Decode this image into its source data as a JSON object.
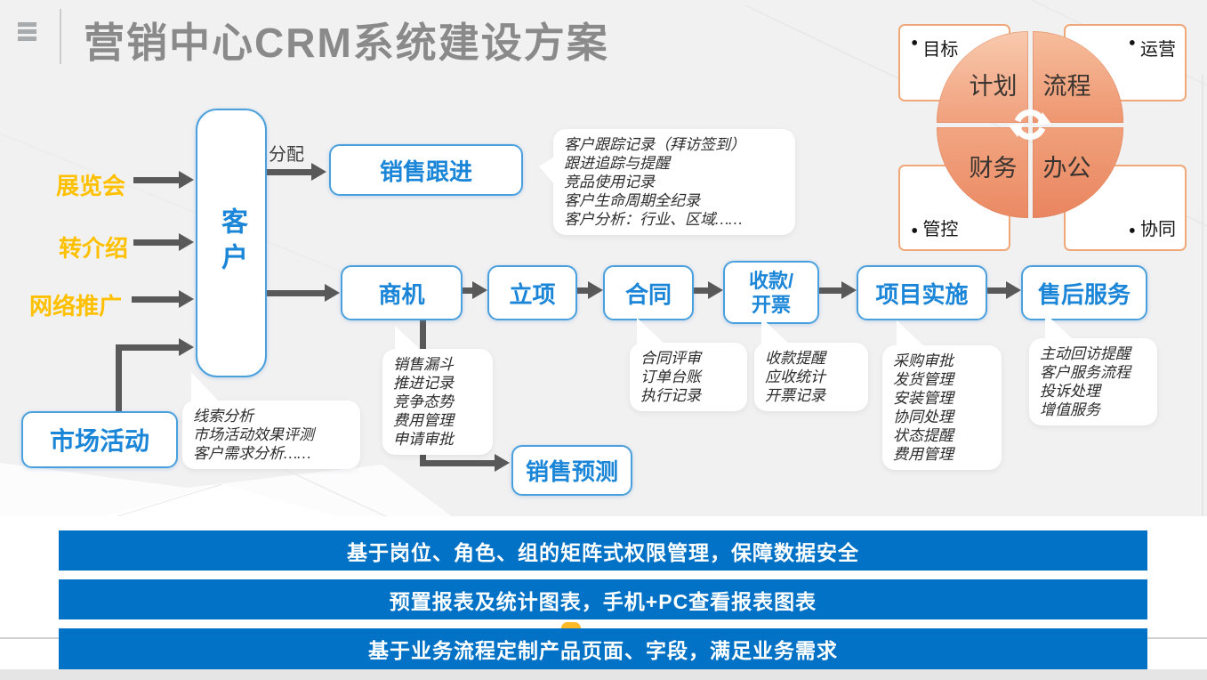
{
  "header": {
    "title": "营销中心CRM系统建设方案"
  },
  "sources": [
    "展览会",
    "转介绍",
    "网络推广"
  ],
  "nodes": {
    "customer": "客户",
    "assign_label": "分配",
    "sales_follow": "销售跟进",
    "opportunity": "商机",
    "project_init": "立项",
    "contract": "合同",
    "payment_line1": "收款/",
    "payment_line2": "开票",
    "implementation": "项目实施",
    "after_sales": "售后服务",
    "forecast": "销售预测",
    "market_activity": "市场活动"
  },
  "callouts": {
    "sales_follow": {
      "lines": [
        "客户跟踪记录（拜访签到）",
        "跟进追踪与提醒",
        "竞品使用记录",
        "客户生命周期全纪录",
        "客户分析：行业、区域……"
      ]
    },
    "opportunity": {
      "lines": [
        "销售漏斗",
        "推进记录",
        "竞争态势",
        "费用管理",
        "申请审批"
      ]
    },
    "contract": {
      "lines": [
        "合同评审",
        "订单台账",
        "执行记录"
      ]
    },
    "payment": {
      "lines": [
        "收款提醒",
        "应收统计",
        "开票记录"
      ]
    },
    "implementation": {
      "lines": [
        "采购审批",
        "发货管理",
        "安装管理",
        "协同处理",
        "状态提醒",
        "费用管理"
      ]
    },
    "after_sales": {
      "lines": [
        "主动回访提醒",
        "客户服务流程",
        "投诉处理",
        "增值服务"
      ]
    },
    "market": {
      "lines": [
        "线索分析",
        "市场活动效果评测",
        "客户需求分析……"
      ]
    }
  },
  "quadrant": {
    "segments": [
      "计划",
      "流程",
      "财务",
      "办公"
    ],
    "corners": [
      "目标",
      "运营",
      "管控",
      "协同"
    ]
  },
  "banners": [
    "基于岗位、角色、组的矩阵式权限管理，保障数据安全",
    "预置报表及统计图表，手机+PC查看报表图表",
    "基于业务流程定制产品页面、字段，满足业务需求"
  ],
  "colors": {
    "node_border_blue": "#4aa0dc",
    "node_text_blue": "#1b86d8",
    "source_yellow": "#FFC000",
    "arrow_gray": "#595959",
    "banner_blue": "#0272c6",
    "quadrant_orange": "#ee9670",
    "title_gray": "#8a8a8a"
  }
}
